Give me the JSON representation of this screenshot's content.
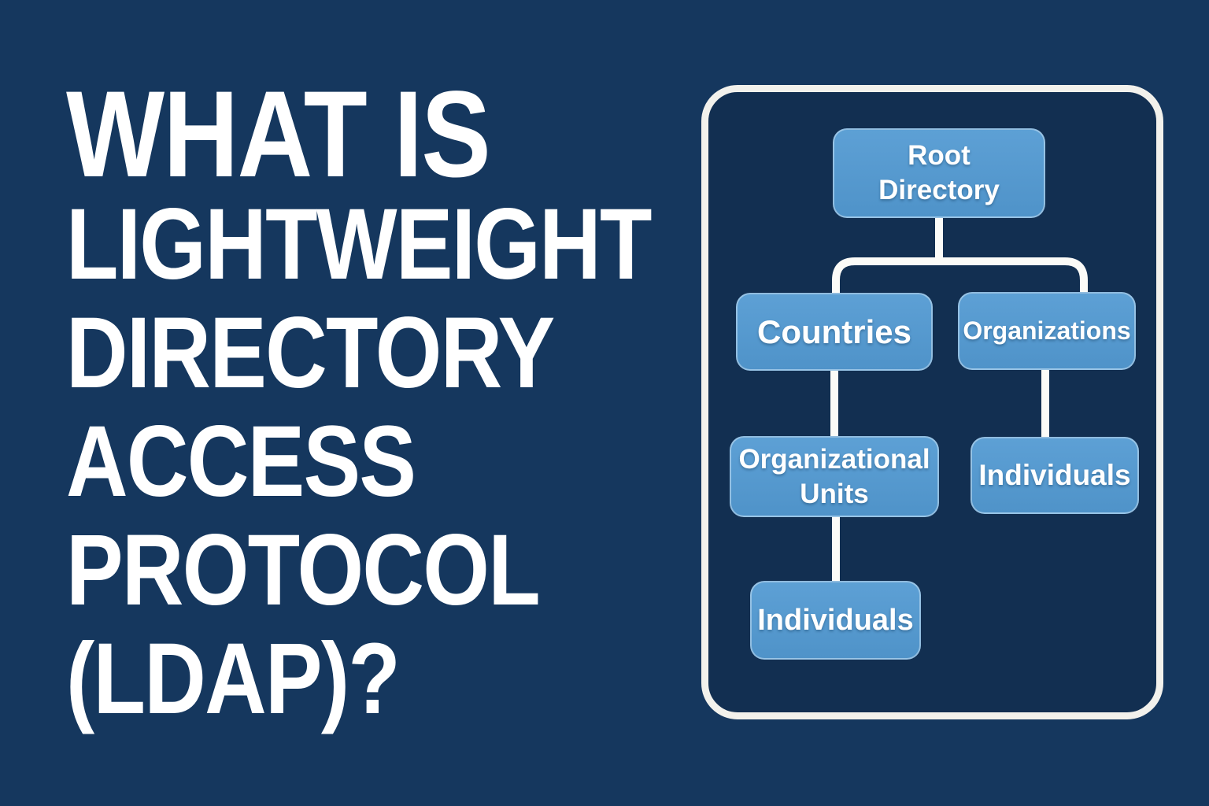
{
  "page": {
    "background_color": "#15375e",
    "headline_color": "#ffffff"
  },
  "title": {
    "full_text": "WHAT IS LIGHTWEIGHT DIRECTORY ACCESS PROTOCOL (LDAP)?",
    "lines": [
      "WHAT IS",
      "LIGHTWEIGHT",
      "DIRECTORY",
      "ACCESS",
      "PROTOCOL",
      "(LDAP)?"
    ]
  },
  "diagram": {
    "type": "tree",
    "panel": {
      "border_color": "#f2f1ec",
      "background_color": "#122f51"
    },
    "node_style": {
      "fill": "#5499cf",
      "text_color": "#ffffff"
    },
    "connector_color": "#fbfbf8",
    "nodes": {
      "root": {
        "label": "Root Directory",
        "lines": [
          "Root",
          "Directory"
        ]
      },
      "countries": {
        "label": "Countries"
      },
      "organizations": {
        "label": "Organizations"
      },
      "org_units": {
        "label": "Organizational Units",
        "lines": [
          "Organizational",
          "Units"
        ]
      },
      "individuals_under_org_units": {
        "label": "Individuals"
      },
      "individuals_under_organizations": {
        "label": "Individuals"
      }
    },
    "edges": [
      {
        "from": "Root Directory",
        "to": "Countries"
      },
      {
        "from": "Root Directory",
        "to": "Organizations"
      },
      {
        "from": "Countries",
        "to": "Organizational Units"
      },
      {
        "from": "Organizational Units",
        "to": "Individuals"
      },
      {
        "from": "Organizations",
        "to": "Individuals"
      }
    ]
  }
}
